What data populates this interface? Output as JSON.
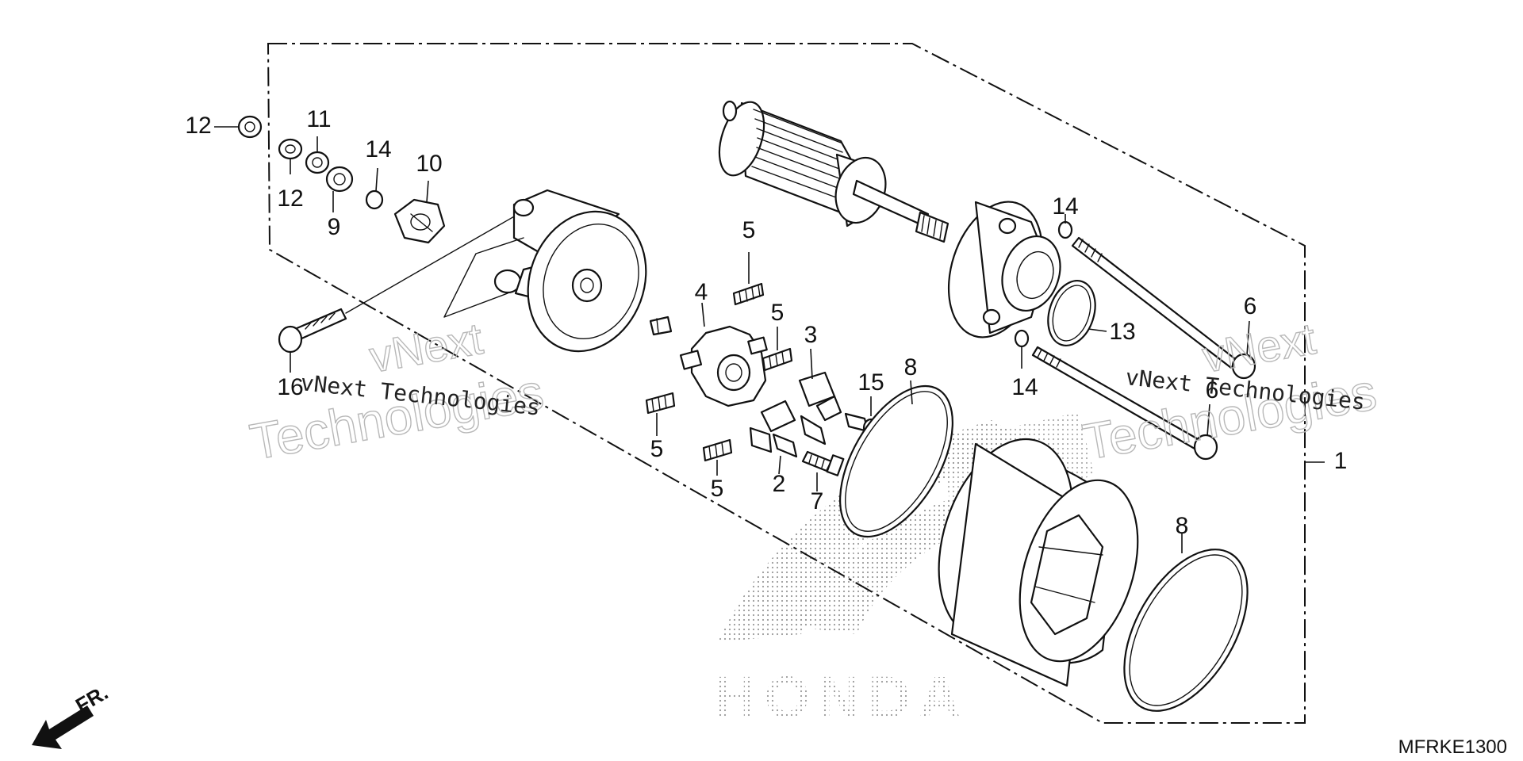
{
  "diagram": {
    "callouts": [
      {
        "id": "c12a",
        "label": "12"
      },
      {
        "id": "c12b",
        "label": "12"
      },
      {
        "id": "c11",
        "label": "11"
      },
      {
        "id": "c9",
        "label": "9"
      },
      {
        "id": "c14a",
        "label": "14"
      },
      {
        "id": "c10",
        "label": "10"
      },
      {
        "id": "c16",
        "label": "16"
      },
      {
        "id": "c5a",
        "label": "5"
      },
      {
        "id": "c5b",
        "label": "5"
      },
      {
        "id": "c5c",
        "label": "5"
      },
      {
        "id": "c5d",
        "label": "5"
      },
      {
        "id": "c4",
        "label": "4"
      },
      {
        "id": "c3",
        "label": "3"
      },
      {
        "id": "c2",
        "label": "2"
      },
      {
        "id": "c7",
        "label": "7"
      },
      {
        "id": "c15",
        "label": "15"
      },
      {
        "id": "c8a",
        "label": "8"
      },
      {
        "id": "c8b",
        "label": "8"
      },
      {
        "id": "c14b",
        "label": "14"
      },
      {
        "id": "c14c",
        "label": "14"
      },
      {
        "id": "c13",
        "label": "13"
      },
      {
        "id": "c6a",
        "label": "6"
      },
      {
        "id": "c6b",
        "label": "6"
      },
      {
        "id": "c1",
        "label": "1"
      }
    ],
    "watermark_text": "vNext Technologies",
    "watermark_outline_word1": "vNext",
    "watermark_outline_word2": "Technologies",
    "diagram_code": "MFRKE1300",
    "direction_label": "FR.",
    "brand_mark": "HONDA"
  }
}
